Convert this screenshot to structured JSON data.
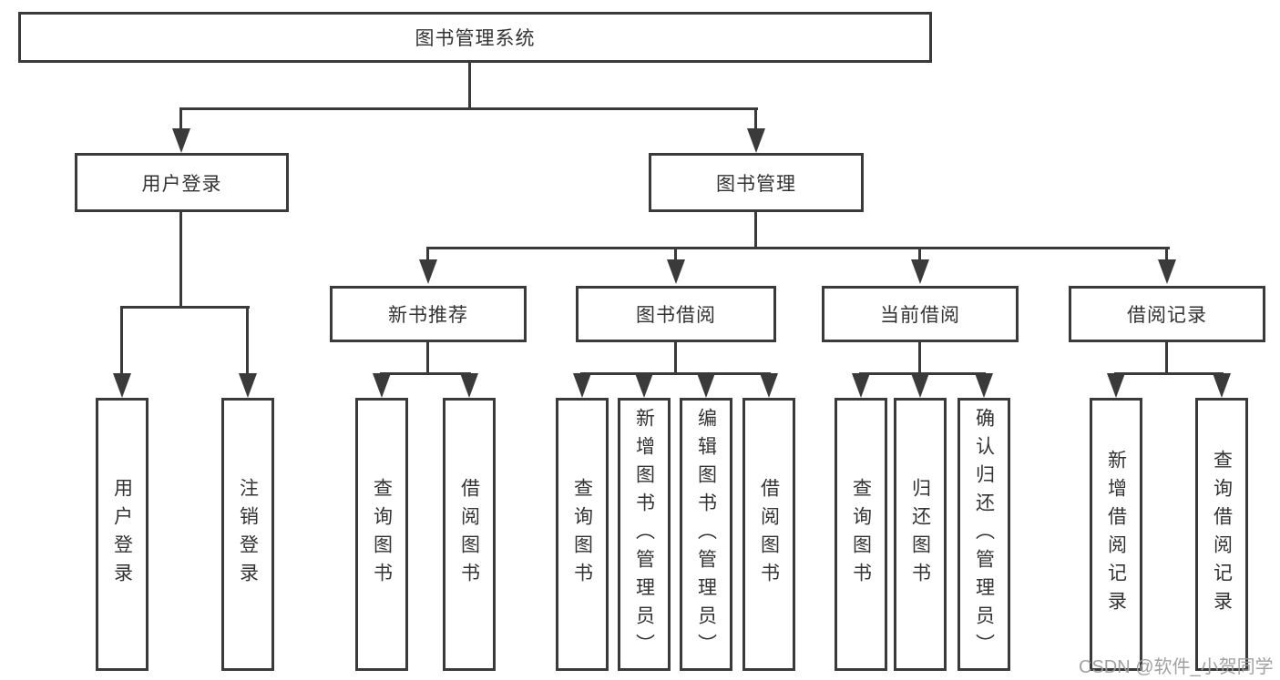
{
  "tree": {
    "root": {
      "label": "图书管理系统"
    },
    "branches": [
      {
        "label": "用户登录",
        "children": [
          {
            "label": "用户登录"
          },
          {
            "label": "注销登录"
          }
        ]
      },
      {
        "label": "图书管理",
        "children": [
          {
            "label": "新书推荐",
            "children": [
              {
                "label": "查询图书"
              },
              {
                "label": "借阅图书"
              }
            ]
          },
          {
            "label": "图书借阅",
            "children": [
              {
                "label": "查询图书"
              },
              {
                "label": "新增图书（管理员）"
              },
              {
                "label": "编辑图书（管理员）"
              },
              {
                "label": "借阅图书"
              }
            ]
          },
          {
            "label": "当前借阅",
            "children": [
              {
                "label": "查询图书"
              },
              {
                "label": "归还图书"
              },
              {
                "label": "确认归还（管理员）"
              }
            ]
          },
          {
            "label": "借阅记录",
            "children": [
              {
                "label": "新增借阅记录"
              },
              {
                "label": "查询借阅记录"
              }
            ]
          }
        ]
      }
    ]
  },
  "watermark": "CSDN @软件_小贺同学",
  "colors": {
    "line": "#3a3a3a",
    "text": "#333333",
    "background": "#ffffff",
    "watermark": "#9c9c9c"
  }
}
